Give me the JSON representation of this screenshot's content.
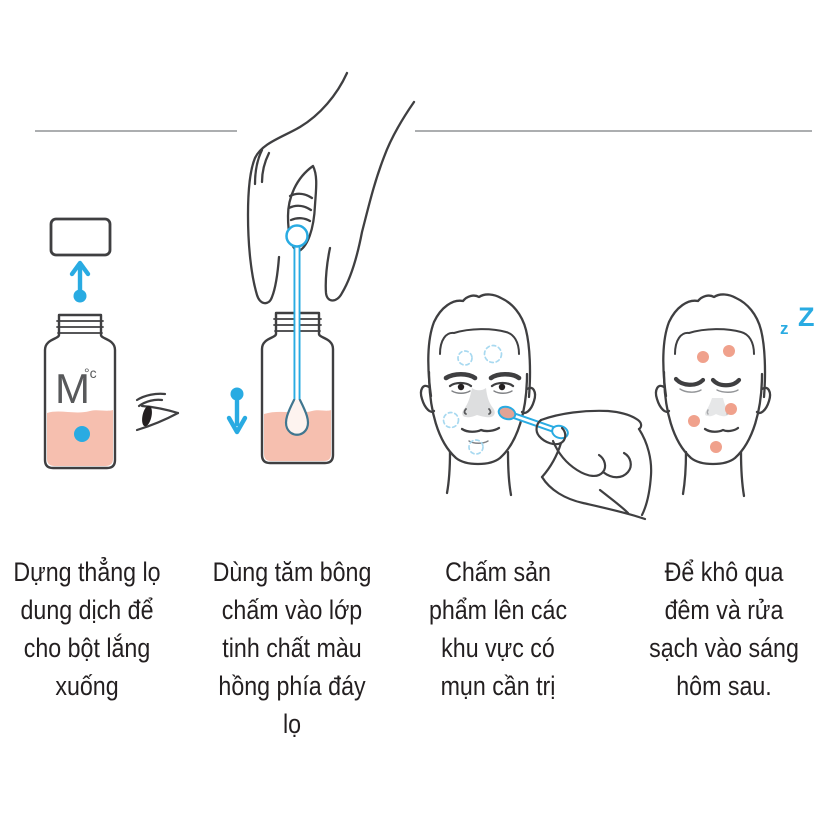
{
  "palette": {
    "accent_blue": "#29ABE2",
    "liquid_pink": "#F6BFAF",
    "spot_pink": "#F0A18C",
    "swab_tip_pink": "#E2A396",
    "line_dark": "#3F3F41",
    "divider_gray": "#919396",
    "dashed_circle_blue": "#A8D9F0"
  },
  "icons": {
    "eye_icon": "side-view eye watching bottle",
    "arrow_up_icon": "blue arrow pointing up with dot",
    "arrow_down_icon": "blue arrow pointing down with dot",
    "sleep_icon": "zZ sleep letters"
  },
  "bottle_label": {
    "letter": "M",
    "degree": "°c"
  },
  "sleep_indicator": {
    "small": "z",
    "large": "Z"
  },
  "steps": [
    {
      "id": 1,
      "caption_lines": [
        "Dựng thẳng lọ",
        "dung dịch để",
        "cho bột lắng",
        "xuống"
      ]
    },
    {
      "id": 2,
      "caption_lines": [
        "Dùng tăm bông",
        "chấm vào lớp",
        "tinh chất màu",
        "hồng phía đáy",
        "lọ"
      ]
    },
    {
      "id": 3,
      "caption_lines": [
        "Chấm sản",
        "phẩm lên các",
        "khu vực có",
        "mụn cần trị"
      ]
    },
    {
      "id": 4,
      "caption_lines": [
        "Để khô qua",
        "đêm và rửa",
        "sạch vào sáng",
        "hôm sau."
      ]
    }
  ]
}
